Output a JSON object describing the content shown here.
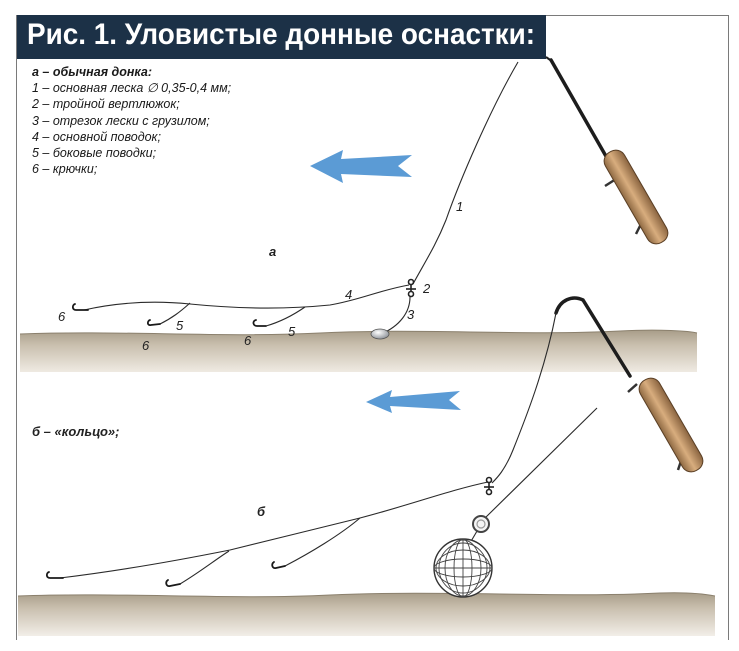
{
  "title": "Рис. 1. Уловистые донные оснастки:",
  "legend": {
    "heading": "а – обычная донка:",
    "items": [
      "1 – основная леска ∅ 0,35-0,4 мм;",
      "2 – тройной вертлюжок;",
      "3 – отрезок лески с грузилом;",
      "4 – основной поводок;",
      "5 – боковые поводки;",
      "6 – крючки;"
    ]
  },
  "rig_b_caption": "б – «кольцо»;",
  "labels": {
    "a": "а",
    "b": "б",
    "n1": "1",
    "n2": "2",
    "n3": "3",
    "n4": "4",
    "n5a": "5",
    "n5b": "5",
    "n6a": "6",
    "n6b": "6",
    "n6c": "6"
  },
  "colors": {
    "title_bg": "#1c3147",
    "arrow": "#5b9bd5",
    "seabed": "#b5aa98",
    "rod_handle": "#c79a6a"
  }
}
